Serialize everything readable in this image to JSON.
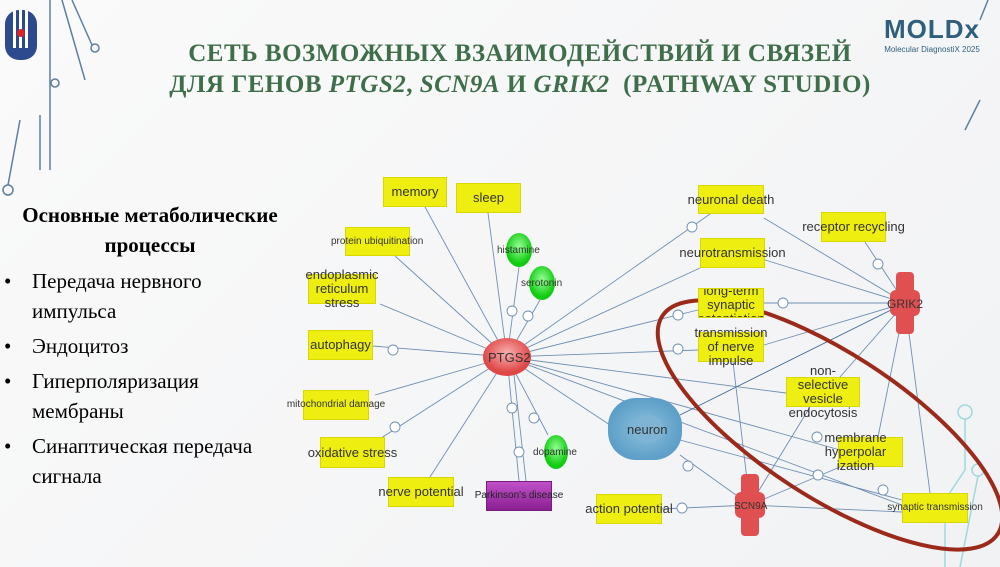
{
  "title": {
    "line1": "СЕТЬ ВОЗМОЖНЫХ ВЗАИМОДЕЙСТВИЙ И СВЯЗЕЙ",
    "line2_prefix": "ДЛЯ ГЕНОВ ",
    "gene1": "PTGS2",
    "sep1": ", ",
    "gene2": "SCN9A",
    "sep2": " И ",
    "gene3": "GRIK2",
    "suffix": "  (PATHWAY STUDIO)"
  },
  "logo": {
    "name": "MOLDx",
    "subtitle": "Molecular DiagnostiX 2025"
  },
  "left": {
    "heading": "Основные метаболические процессы",
    "bullets": [
      "Передача нервного импульса",
      "Эндоцитоз",
      "Гиперполяризация мембраны",
      "Синаптическая передача сигнала"
    ]
  },
  "network": {
    "genes": {
      "ptgs2": "PTGS2",
      "grik2": "GRIK2",
      "scn9a": "SCN9A"
    },
    "cell": "neuron",
    "molecules": {
      "histamine": "histamine",
      "serotonin": "serotonin",
      "dopamine": "dopamine"
    },
    "disease": "Parkinson's disease",
    "processes": {
      "memory": "memory",
      "sleep": "sleep",
      "protein_ubiquitination": "protein ubiquitination",
      "er_stress": "endoplasmic reticulum stress",
      "autophagy": "autophagy",
      "mito_damage": "mitochondrial damage",
      "oxidative_stress": "oxidative stress",
      "nerve_potential": "nerve potential",
      "neuronal_death": "neuronal death",
      "neurotransmission": "neurotransmission",
      "ltp": "long-term synaptic potentiation",
      "nerve_impulse": "transmission of nerve impulse",
      "endocytosis": "non-selective vesicle endocytosis",
      "hyperpolarization": "membrane hyperpolar ization",
      "receptor_recycling": "receptor recycling",
      "action_potential": "action potential",
      "synaptic_transmission": "synaptic transmission"
    }
  },
  "colors": {
    "title": "#3f6e4a",
    "highlight": "#9b2a1a",
    "process": "#eeee10",
    "gene": "#e04848"
  }
}
